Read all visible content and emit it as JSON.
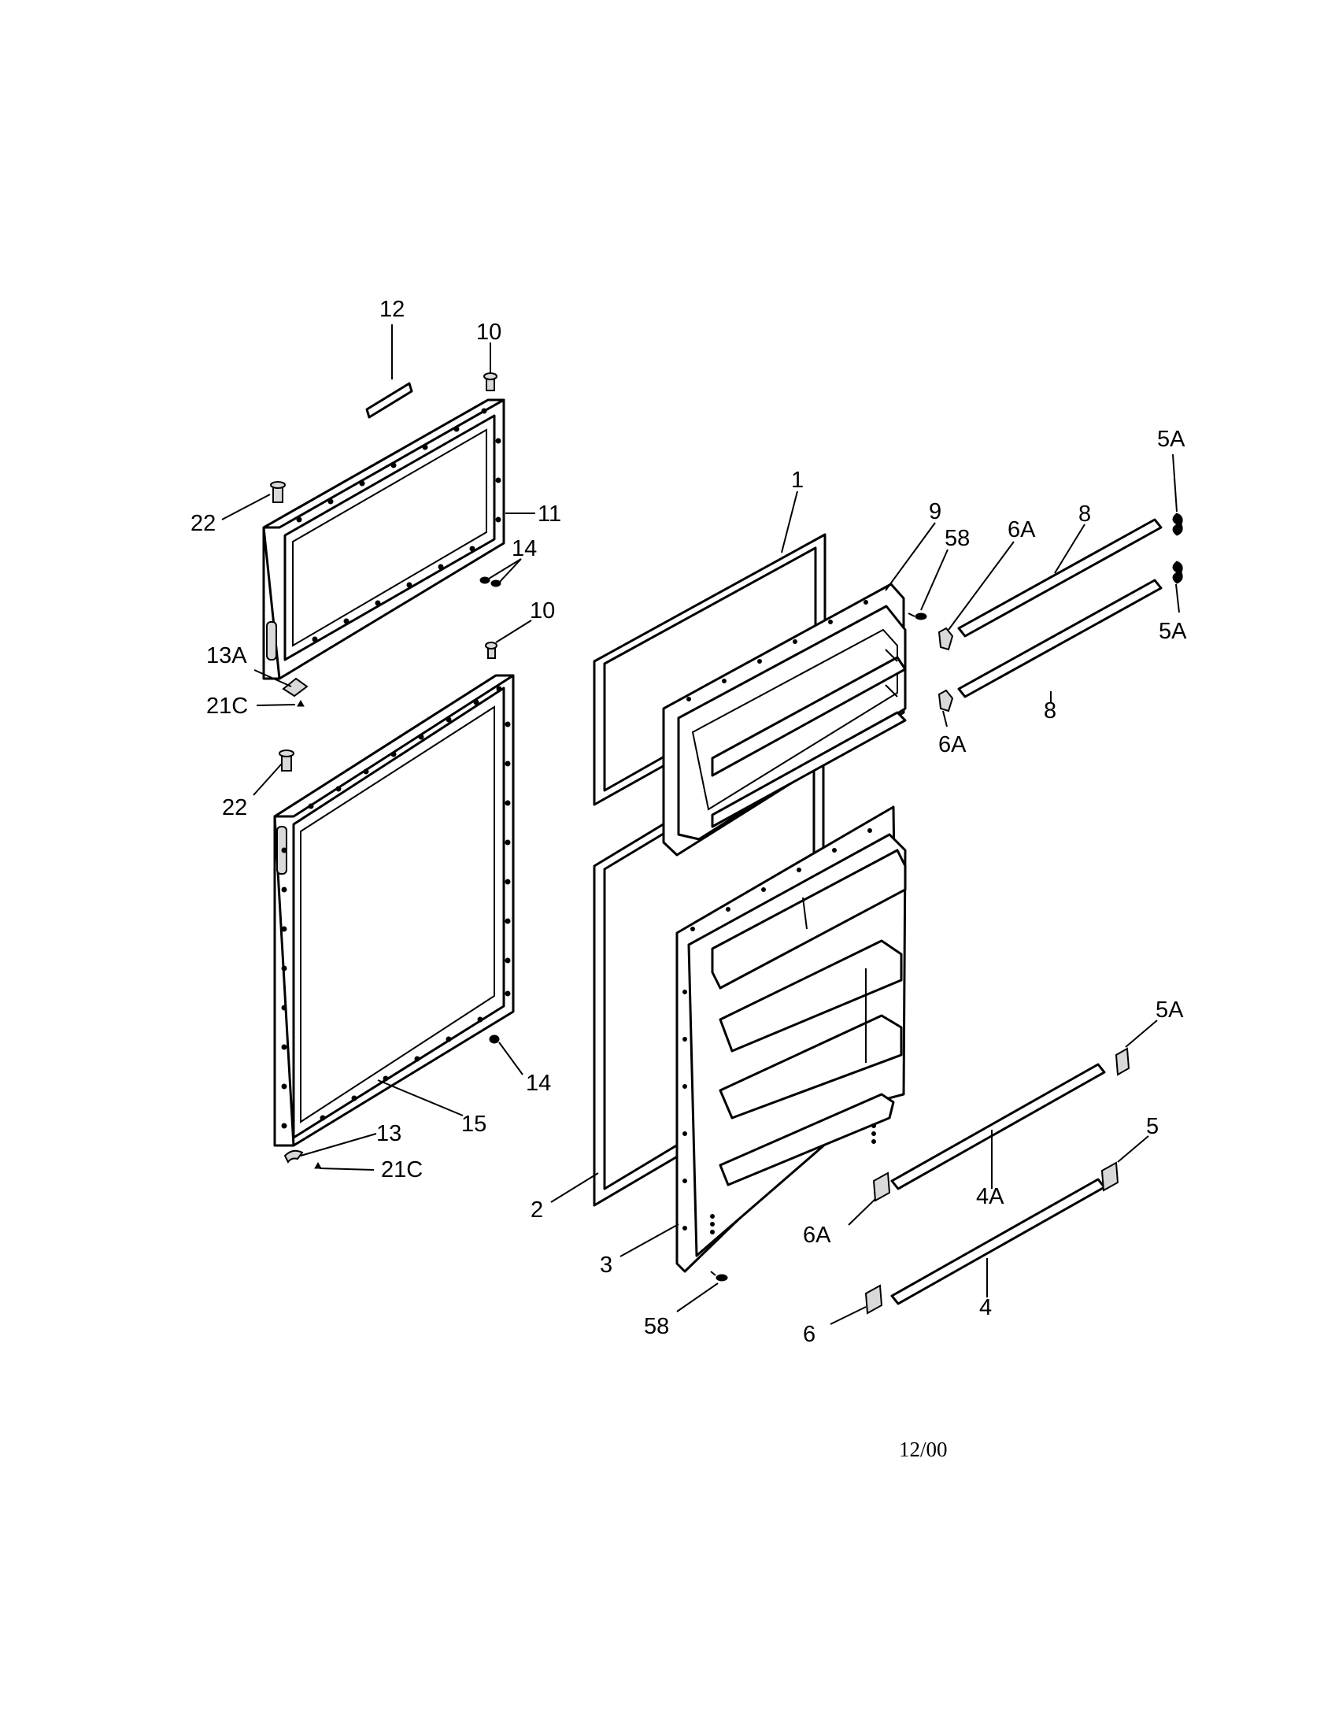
{
  "diagram": {
    "date_code": "12/00",
    "callouts": [
      {
        "id": "c12",
        "text": "12"
      },
      {
        "id": "c10a",
        "text": "10"
      },
      {
        "id": "c22a",
        "text": "22"
      },
      {
        "id": "c11",
        "text": "11"
      },
      {
        "id": "c14a",
        "text": "14"
      },
      {
        "id": "c13a",
        "text": "13A"
      },
      {
        "id": "c21ca",
        "text": "21C"
      },
      {
        "id": "c10b",
        "text": "10"
      },
      {
        "id": "c22b",
        "text": "22"
      },
      {
        "id": "c14b",
        "text": "14"
      },
      {
        "id": "c15",
        "text": "15"
      },
      {
        "id": "c13",
        "text": "13"
      },
      {
        "id": "c21cb",
        "text": "21C"
      },
      {
        "id": "c1",
        "text": "1"
      },
      {
        "id": "c9",
        "text": "9"
      },
      {
        "id": "c58a",
        "text": "58"
      },
      {
        "id": "c6a1",
        "text": "6A"
      },
      {
        "id": "c8a",
        "text": "8"
      },
      {
        "id": "c5a1",
        "text": "5A"
      },
      {
        "id": "c5a2",
        "text": "5A"
      },
      {
        "id": "c8b",
        "text": "8"
      },
      {
        "id": "c6a2",
        "text": "6A"
      },
      {
        "id": "c2",
        "text": "2"
      },
      {
        "id": "c3",
        "text": "3"
      },
      {
        "id": "c58b",
        "text": "58"
      },
      {
        "id": "c5a3",
        "text": "5A"
      },
      {
        "id": "c5",
        "text": "5"
      },
      {
        "id": "c4a",
        "text": "4A"
      },
      {
        "id": "c6a3",
        "text": "6A"
      },
      {
        "id": "c4",
        "text": "4"
      },
      {
        "id": "c6",
        "text": "6"
      }
    ]
  }
}
